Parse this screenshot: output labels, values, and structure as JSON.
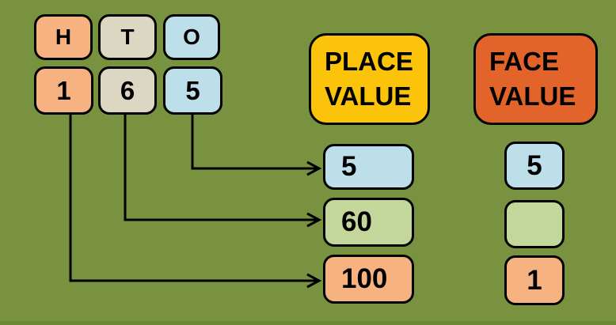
{
  "colors": {
    "background": "#79923F",
    "background_edge": "#6E8936",
    "peach": "#F6B381",
    "beige": "#DBD7C2",
    "blue": "#BDDFEA",
    "green": "#C3D79B",
    "gold": "#FCC30B",
    "orange": "#E2642B",
    "ink": "#000000"
  },
  "number_shown": "165",
  "hto": {
    "columns": [
      {
        "letter": "H",
        "digit": "1",
        "meaning": "Hundreds"
      },
      {
        "letter": "T",
        "digit": "6",
        "meaning": "Tens"
      },
      {
        "letter": "O",
        "digit": "5",
        "meaning": "Ones"
      }
    ]
  },
  "headers": {
    "place_value": "PLACE VALUE",
    "face_value": "FACE VALUE"
  },
  "place_values": [
    {
      "value": "5"
    },
    {
      "value": "60"
    },
    {
      "value": "100"
    }
  ],
  "face_values": [
    {
      "value": "5"
    },
    {
      "value": ""
    },
    {
      "value": "1"
    }
  ]
}
